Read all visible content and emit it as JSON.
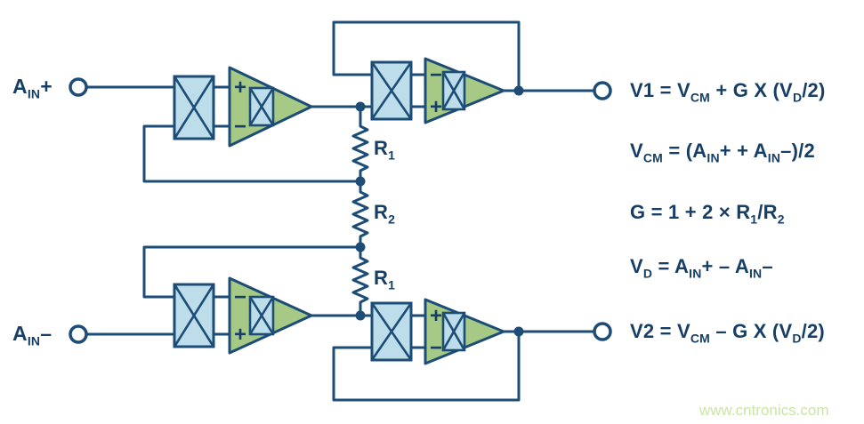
{
  "labels": {
    "ain_plus": [
      {
        "t": "A"
      },
      {
        "t": "IN",
        "sub": true
      },
      {
        "t": "+"
      }
    ],
    "ain_minus": [
      {
        "t": "A"
      },
      {
        "t": "IN",
        "sub": true
      },
      {
        "t": "–"
      }
    ],
    "r1_top": [
      {
        "t": "R"
      },
      {
        "t": "1",
        "sub": true
      }
    ],
    "r2": [
      {
        "t": "R"
      },
      {
        "t": "2",
        "sub": true
      }
    ],
    "r1_bottom": [
      {
        "t": "R"
      },
      {
        "t": "1",
        "sub": true
      }
    ]
  },
  "amps": {
    "top_left": {
      "top_sign": "+",
      "bottom_sign": "−"
    },
    "top_right": {
      "top_sign": "−",
      "bottom_sign": "+"
    },
    "bottom_left": {
      "top_sign": "−",
      "bottom_sign": "+"
    },
    "bottom_right": {
      "top_sign": "+",
      "bottom_sign": "−"
    }
  },
  "formulas": {
    "v1": [
      {
        "t": "V1 = V"
      },
      {
        "t": "CM",
        "sub": true
      },
      {
        "t": " + G X (V"
      },
      {
        "t": "D",
        "sub": true
      },
      {
        "t": "/2)"
      }
    ],
    "vcm": [
      {
        "t": "V"
      },
      {
        "t": "CM",
        "sub": true
      },
      {
        "t": " = (A"
      },
      {
        "t": "IN",
        "sub": true
      },
      {
        "t": "+ + A"
      },
      {
        "t": "IN",
        "sub": true
      },
      {
        "t": "–)/2"
      }
    ],
    "g": [
      {
        "t": "G = 1 + 2 × R"
      },
      {
        "t": "1",
        "sub": true
      },
      {
        "t": "/R"
      },
      {
        "t": "2",
        "sub": true
      }
    ],
    "vd": [
      {
        "t": "V"
      },
      {
        "t": "D",
        "sub": true
      },
      {
        "t": " = A"
      },
      {
        "t": "IN",
        "sub": true
      },
      {
        "t": "+ – A"
      },
      {
        "t": "IN",
        "sub": true
      },
      {
        "t": "–"
      }
    ],
    "v2": [
      {
        "t": "V2 = V"
      },
      {
        "t": "CM",
        "sub": true
      },
      {
        "t": " – G X (V"
      },
      {
        "t": "D",
        "sub": true
      },
      {
        "t": "/2)"
      }
    ]
  },
  "watermark": "www.cntronics.com",
  "colors": {
    "line": "#1d4d77",
    "text": "#173f66",
    "amp_fill": "#a6c986",
    "chopper_fill": "#bcdde9",
    "watermark": "#c9e6a4",
    "background": "#ffffff"
  }
}
